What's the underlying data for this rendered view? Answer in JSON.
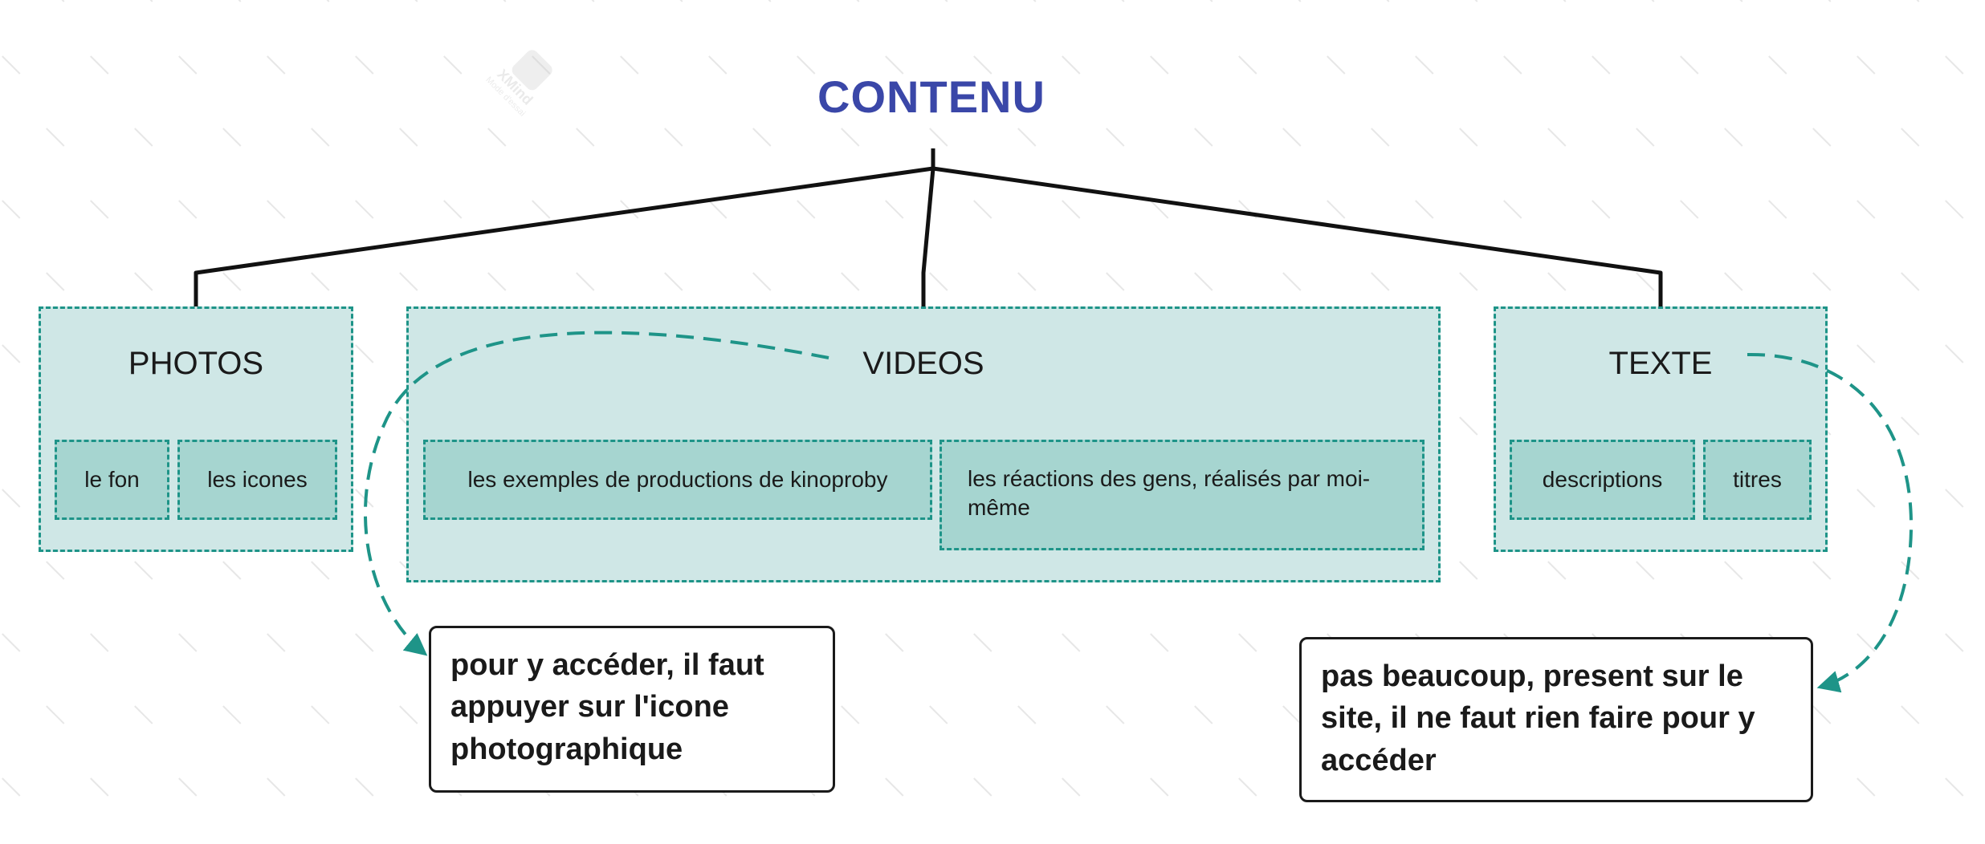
{
  "diagram": {
    "root": "CONTENU",
    "groups": [
      {
        "title": "PHOTOS",
        "children": [
          "le fon",
          "les icones"
        ]
      },
      {
        "title": "VIDEOS",
        "children": [
          "les exemples de productions de kinoproby",
          "les réactions des gens, réalisés par moi-même"
        ]
      },
      {
        "title": "TEXTE",
        "children": [
          "descriptions",
          "titres"
        ]
      }
    ],
    "notes": [
      "pour y accéder, il faut appuyer sur l'icone photographique",
      "pas beaucoup, present sur le site, il ne faut rien faire pour y accéder"
    ]
  },
  "colors": {
    "root_text": "#3a47a8",
    "group_fill": "#cfe7e6",
    "leaf_fill": "#a6d5d0",
    "dashed_border": "#1e9488",
    "connector": "#111111",
    "watermark": "#d6d6d6"
  },
  "watermark": {
    "brand": "XMind",
    "subtitle": "Mode d'essai"
  }
}
